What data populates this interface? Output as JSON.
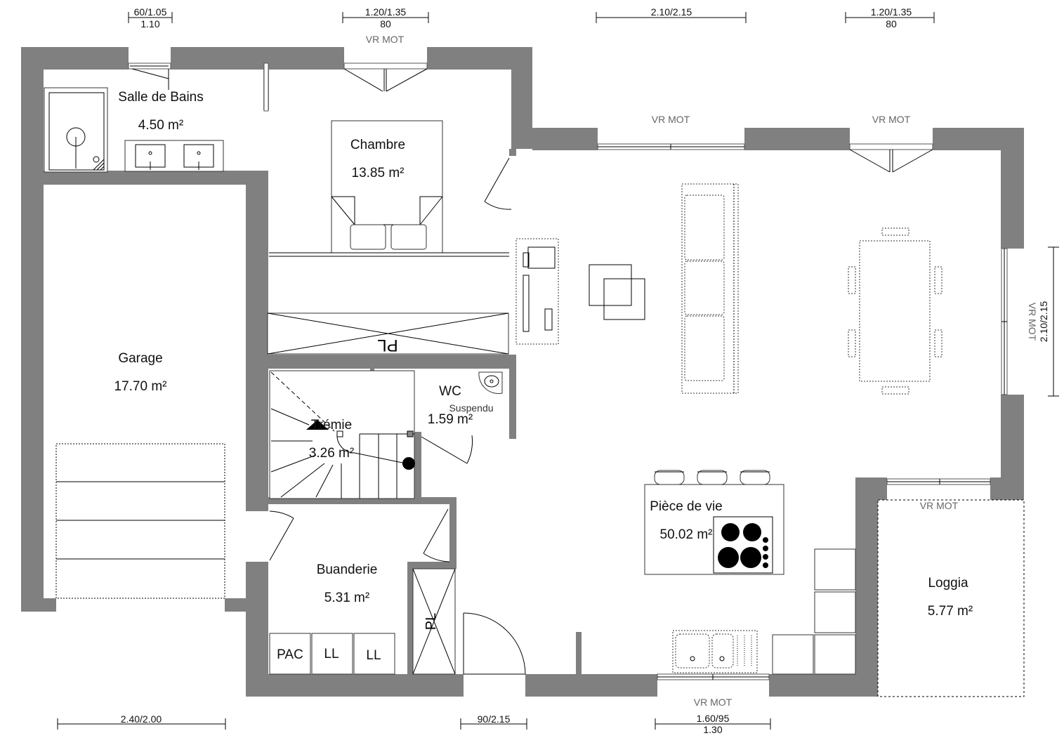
{
  "rooms": {
    "salle_de_bains": {
      "name": "Salle de Bains",
      "area": "4.50 m²"
    },
    "chambre": {
      "name": "Chambre",
      "area": "13.85 m²"
    },
    "garage": {
      "name": "Garage",
      "area": "17.70 m²"
    },
    "tremie": {
      "name": "Trémie",
      "area": "3.26 m²"
    },
    "wc": {
      "name": "WC",
      "area": "1.59 m²",
      "note": "Suspendu"
    },
    "buanderie": {
      "name": "Buanderie",
      "area": "5.31 m²"
    },
    "piece_de_vie": {
      "name": "Pièce de vie",
      "area": "50.02 m²"
    },
    "loggia": {
      "name": "Loggia",
      "area": "5.77 m²"
    }
  },
  "labels": {
    "pl": "PL",
    "vr_mot": "VR MOT",
    "pac": "PAC",
    "ll": "LL"
  },
  "dimensions": {
    "top_bath": {
      "line1": "60/1.05",
      "line2": "1.10"
    },
    "top_chambre": {
      "line1": "1.20/1.35",
      "line2": "80"
    },
    "top_living": {
      "line1": "2.10/2.15"
    },
    "top_dining": {
      "line1": "1.20/1.35",
      "line2": "80"
    },
    "right_side": {
      "line1": "2.10/2.15"
    },
    "bottom_garage": {
      "line1": "2.40/2.00"
    },
    "bottom_door": {
      "line1": "90/2.15"
    },
    "bottom_kitchen": {
      "line1": "1.60/95",
      "line2": "1.30"
    }
  }
}
